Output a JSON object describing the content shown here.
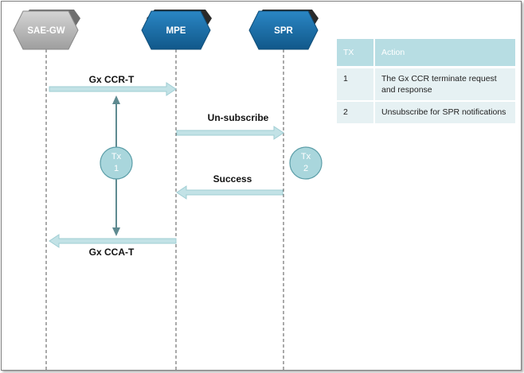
{
  "entities": [
    {
      "id": "sae-gw",
      "label": "SAE-GW",
      "color": "#b3b3b3"
    },
    {
      "id": "mpe",
      "label": "MPE",
      "color": "#1a6fa8"
    },
    {
      "id": "spr",
      "label": "SPR",
      "color": "#1a6fa8"
    }
  ],
  "messages": [
    {
      "label": "Gx CCR-T",
      "from": "sae-gw",
      "to": "mpe"
    },
    {
      "label": "Un-subscribe",
      "from": "mpe",
      "to": "spr"
    },
    {
      "label": "Success",
      "from": "spr",
      "to": "mpe"
    },
    {
      "label": "Gx CCA-T",
      "from": "mpe",
      "to": "sae-gw"
    }
  ],
  "transactions": [
    {
      "label": "Tx",
      "number": "1"
    },
    {
      "label": "Tx",
      "number": "2"
    }
  ],
  "table": {
    "headers": [
      "TX",
      "Action"
    ],
    "rows": [
      [
        "1",
        "The Gx CCR terminate request and response"
      ],
      [
        "2",
        "Unsubscribe for SPR notifications"
      ]
    ]
  },
  "colors": {
    "arrow": "#c2e2e6",
    "arrow_edge": "#9fcdd3",
    "tx_circle": "#a9d6dc",
    "tx_circle_edge": "#5c9ea8",
    "lifeline": "#555555",
    "bracket_arrow": "#5e8a90"
  }
}
